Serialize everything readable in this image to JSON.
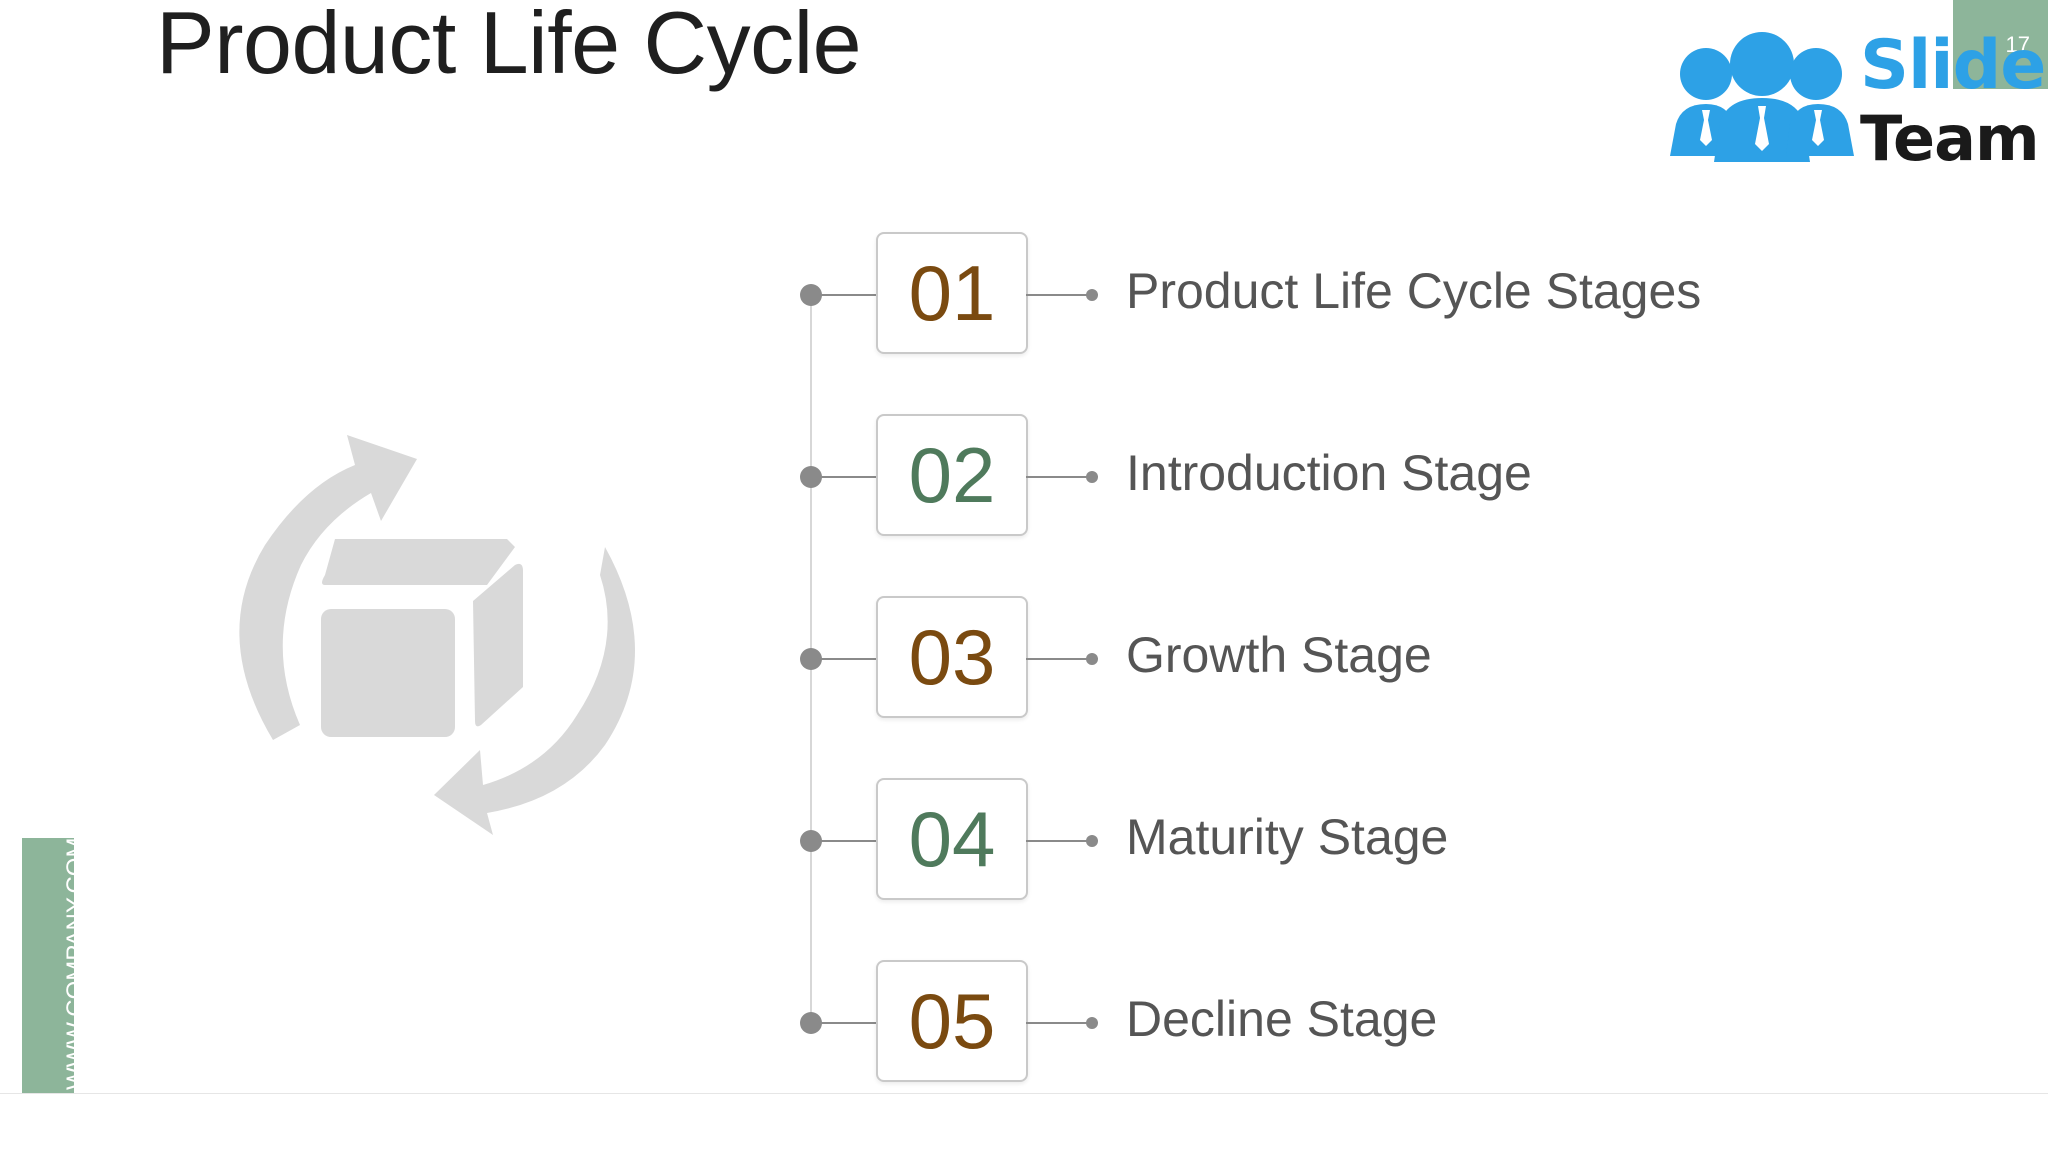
{
  "slide": {
    "title": "Product Life Cycle",
    "page_number": "17"
  },
  "logo": {
    "line1": "Slide",
    "line2": "Team"
  },
  "stages": [
    {
      "number": "01",
      "label": "Product Life Cycle Stages",
      "number_color": "#7a4a10"
    },
    {
      "number": "02",
      "label": "Introduction Stage",
      "number_color": "#4f7a5c"
    },
    {
      "number": "03",
      "label": "Growth Stage",
      "number_color": "#7a4a10"
    },
    {
      "number": "04",
      "label": "Maturity Stage",
      "number_color": "#4f7a5c"
    },
    {
      "number": "05",
      "label": "Decline Stage",
      "number_color": "#7a4a10"
    }
  ],
  "side_tab": {
    "text": "WWW.COMPANY.COM"
  },
  "colors": {
    "accent_green": "#8db59a",
    "logo_blue": "#2da1e6",
    "icon_gray": "#d6d6d6"
  },
  "icons": {
    "hero": "product-cycle-icon",
    "logo": "people-group-icon"
  }
}
